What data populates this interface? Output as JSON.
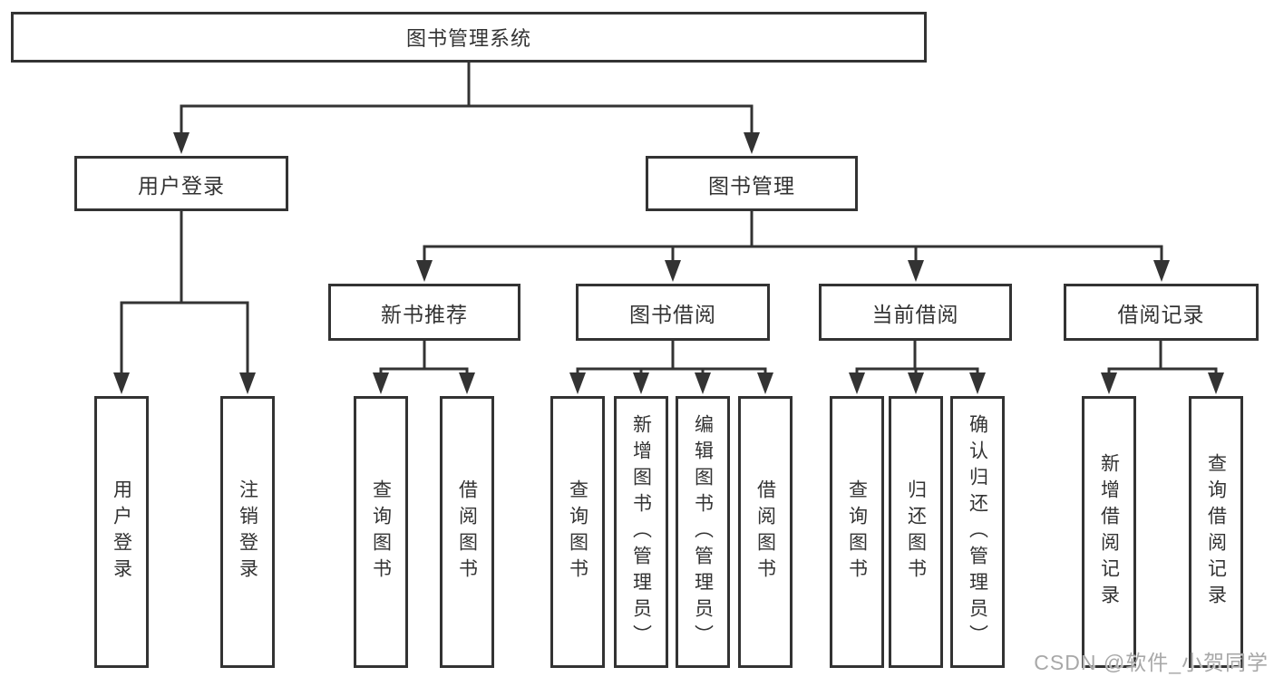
{
  "diagram": {
    "tree": {
      "label": "图书管理系统",
      "children": [
        {
          "label": "用户登录",
          "children": [
            {
              "label": "用户登录"
            },
            {
              "label": "注销登录"
            }
          ]
        },
        {
          "label": "图书管理",
          "children": [
            {
              "label": "新书推荐",
              "children": [
                {
                  "label": "查询图书"
                },
                {
                  "label": "借阅图书"
                }
              ]
            },
            {
              "label": "图书借阅",
              "children": [
                {
                  "label": "查询图书"
                },
                {
                  "label": "新增图书（管理员）"
                },
                {
                  "label": "编辑图书（管理员）"
                },
                {
                  "label": "借阅图书"
                }
              ]
            },
            {
              "label": "当前借阅",
              "children": [
                {
                  "label": "查询图书"
                },
                {
                  "label": "归还图书"
                },
                {
                  "label": "确认归还（管理员）"
                }
              ]
            },
            {
              "label": "借阅记录",
              "children": [
                {
                  "label": "新增借阅记录"
                },
                {
                  "label": "查询借阅记录"
                }
              ]
            }
          ]
        }
      ]
    },
    "watermark": {
      "text": "CSDN @软件_小贺同学",
      "color": "#a8a8a8"
    },
    "colors": {
      "line": "#333333",
      "box_border": "#333333",
      "box_fill": "#ffffff",
      "text": "#333333",
      "background": "#ffffff"
    }
  }
}
